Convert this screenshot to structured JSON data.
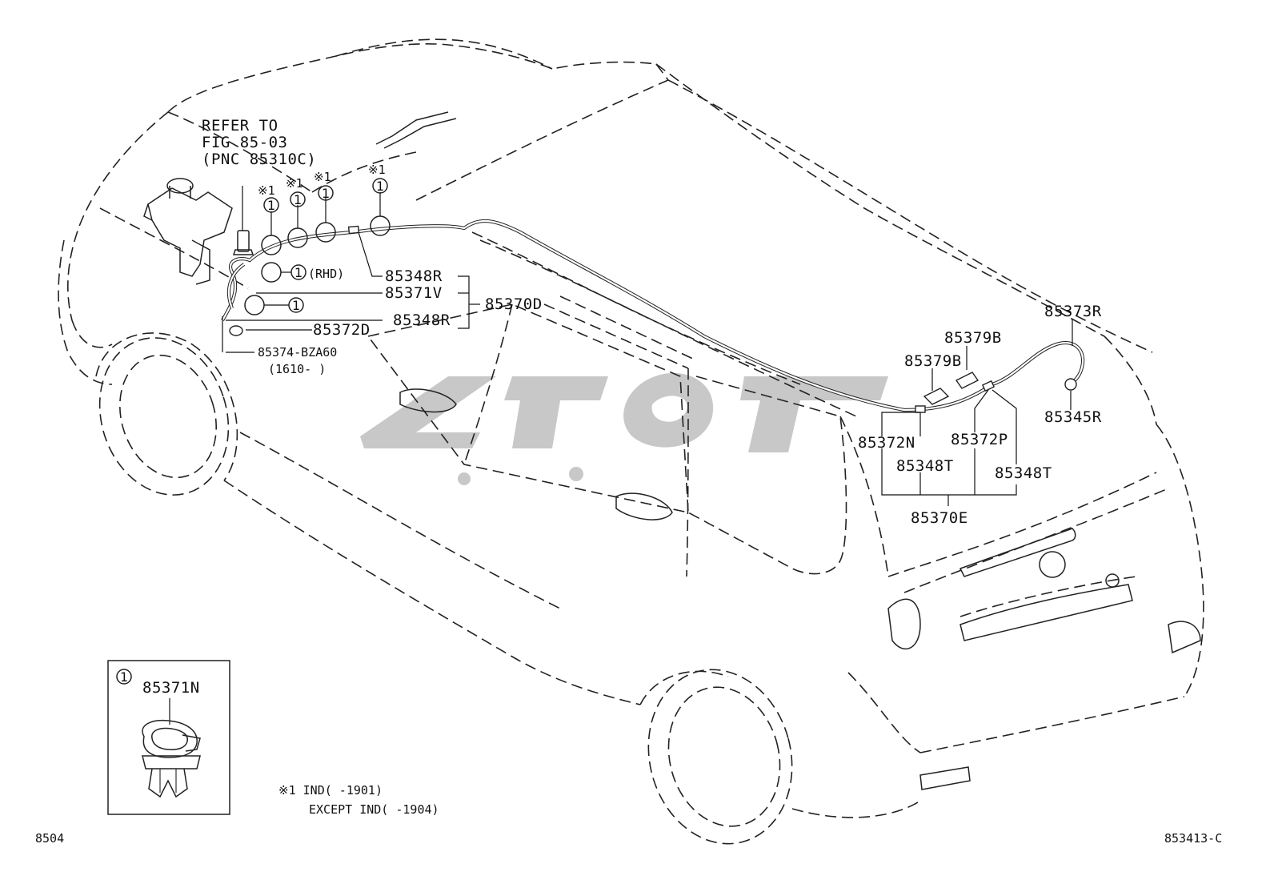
{
  "diagram": {
    "figure_code": "853413-C",
    "section_code": "8504",
    "refer": {
      "line1": "REFER TO",
      "line2": "FIG 85-03",
      "line3": "(PNC 85310C)"
    },
    "marker_note": "※1",
    "circle_ref": "1",
    "rhd_note": "(RHD)",
    "labels": {
      "p85348R_top": "85348R",
      "p85371V": "85371V",
      "p85370D": "85370D",
      "p85348R_mid": "85348R",
      "p85372D": "85372D",
      "p85374": "85374-BZA60",
      "p85374_range": "(1610-    )",
      "p85373R": "85373R",
      "p85379B_upper": "85379B",
      "p85379B_lower": "85379B",
      "p85345R": "85345R",
      "p85372N": "85372N",
      "p85372P": "85372P",
      "p85348T_left": "85348T",
      "p85348T_right": "85348T",
      "p85370E": "85370E"
    },
    "inset": {
      "circle_ref": "1",
      "part": "85371N"
    },
    "footnote": {
      "line1": "※1 IND(     -1901)",
      "line2": "EXCEPT IND(     -1904)"
    }
  }
}
